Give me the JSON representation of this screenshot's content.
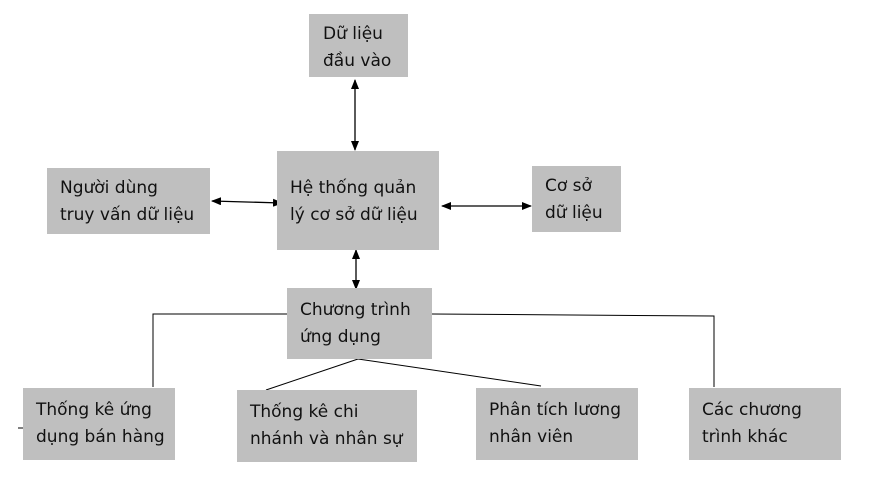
{
  "colors": {
    "box_fill": "#bfbfbf",
    "line": "#000000",
    "background": "#ffffff"
  },
  "nodes": {
    "input_data": {
      "line1": "Dữ liệu",
      "line2": "đầu vào"
    },
    "dbms": {
      "line1": "Hệ thống quản",
      "line2": "lý cơ sở dữ liệu"
    },
    "users": {
      "line1": "Người dùng",
      "line2": "truy vấn dữ liệu"
    },
    "database": {
      "line1": "Cơ sở",
      "line2": "dữ liệu"
    },
    "applications": {
      "line1": "Chương trình",
      "line2": "ứng dụng"
    },
    "sales_stats": {
      "line1": "Thống kê ứng",
      "line2": "dụng bán hàng"
    },
    "branch_staff": {
      "line1": "Thống kê chi",
      "line2": "nhánh và nhân sự"
    },
    "salary": {
      "line1": "Phân tích lương",
      "line2": "nhân viên"
    },
    "other": {
      "line1": "Các chương",
      "line2": "trình khác"
    }
  }
}
